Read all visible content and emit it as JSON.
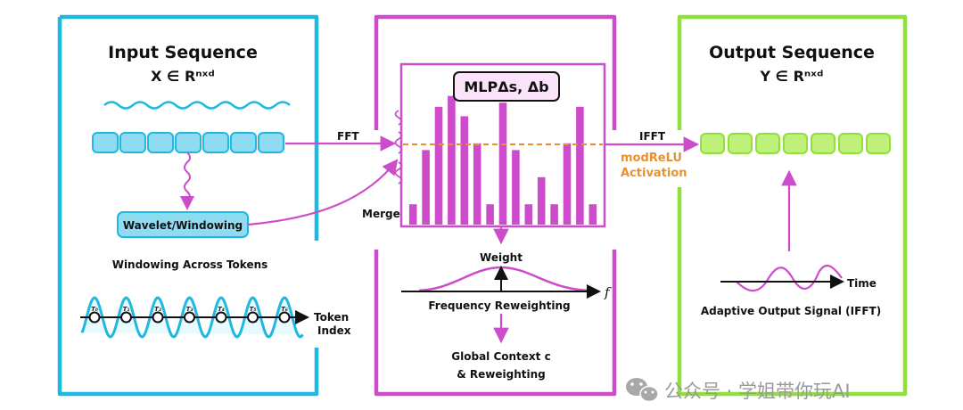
{
  "input_panel": {
    "title": "Input Sequence",
    "formula": "X ∈ Rⁿˣᵈ",
    "fft_label": "FFT",
    "wavelet_box": "Wavelet/Windowing",
    "windowing_caption": "Windowing Across Tokens",
    "token_labels": [
      "T₀",
      "T₁",
      "T₂",
      "T₃",
      "T₄",
      "T₅",
      "T₆"
    ],
    "token_axis_label_line1": "Token",
    "token_axis_label_line2": "Index",
    "color": "#1fb8e0"
  },
  "middle_panel": {
    "mlp_label": "MLPΔs, Δb",
    "merge_label": "Merge",
    "weight_label": "Weight",
    "f_label": "f",
    "freq_caption": "Frequency Reweighting",
    "global_line1": "Global Context c",
    "global_line2": "& Reweighting",
    "bar_levels": [
      0.15,
      0.55,
      0.87,
      0.95,
      0.8,
      0.6,
      0.15,
      0.9,
      0.55,
      0.15,
      0.35,
      0.15,
      0.6,
      0.87,
      0.15
    ],
    "color": "#cc4ccc",
    "threshold_color": "#e8912c"
  },
  "output_panel": {
    "title": "Output Sequence",
    "formula": "Y ∈ Rⁿˣᵈ",
    "ifft_label": "IFFT",
    "activation_line1": "modReLU",
    "activation_line2": "Activation",
    "time_label": "Time",
    "signal_caption": "Adaptive Output Signal (IFFT)",
    "color": "#8fe03a"
  },
  "watermark": {
    "text": "公众号 · 学姐带你玩AI",
    "icon": "wechat-icon"
  }
}
